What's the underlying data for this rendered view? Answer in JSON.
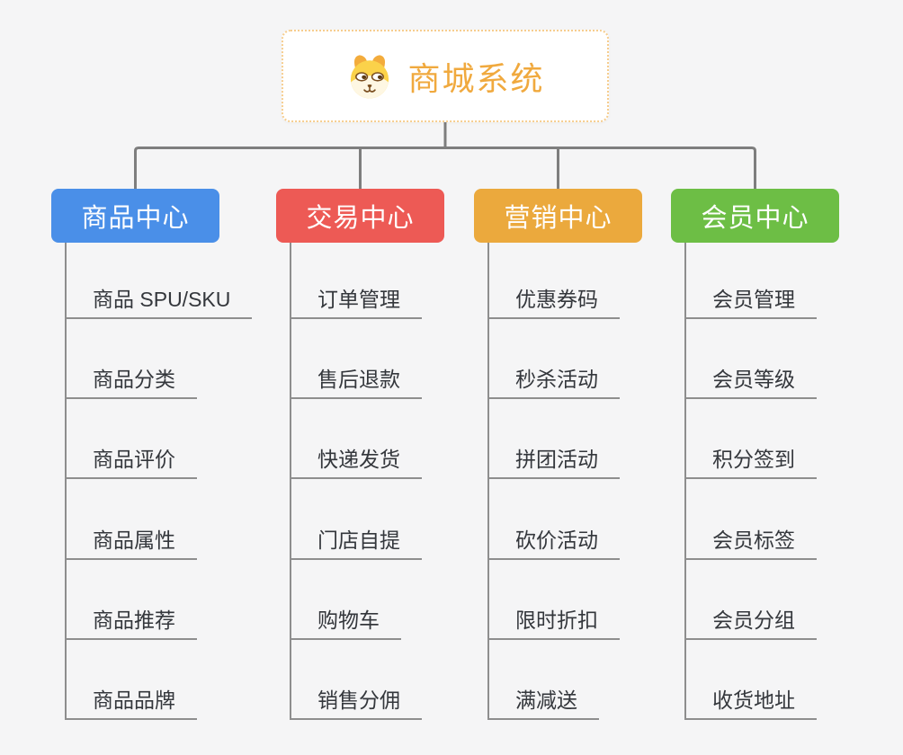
{
  "root": {
    "title": "商城系统",
    "icon": "dog-mascot-icon",
    "accent_color": "#F0A93E",
    "border_color": "#F6CD8E"
  },
  "connector_color": "#7E7E7E",
  "background_color": "#F5F5F6",
  "branches": [
    {
      "label": "商品中心",
      "color": "#4A8FE8",
      "items": [
        "商品 SPU/SKU",
        "商品分类",
        "商品评价",
        "商品属性",
        "商品推荐",
        "商品品牌"
      ]
    },
    {
      "label": "交易中心",
      "color": "#ED5A55",
      "items": [
        "订单管理",
        "售后退款",
        "快递发货",
        "门店自提",
        "购物车",
        "销售分佣"
      ]
    },
    {
      "label": "营销中心",
      "color": "#EBA93D",
      "items": [
        "优惠券码",
        "秒杀活动",
        "拼团活动",
        "砍价活动",
        "限时折扣",
        "满减送"
      ]
    },
    {
      "label": "会员中心",
      "color": "#6DBE45",
      "items": [
        "会员管理",
        "会员等级",
        "积分签到",
        "会员标签",
        "会员分组",
        "收货地址"
      ]
    }
  ]
}
